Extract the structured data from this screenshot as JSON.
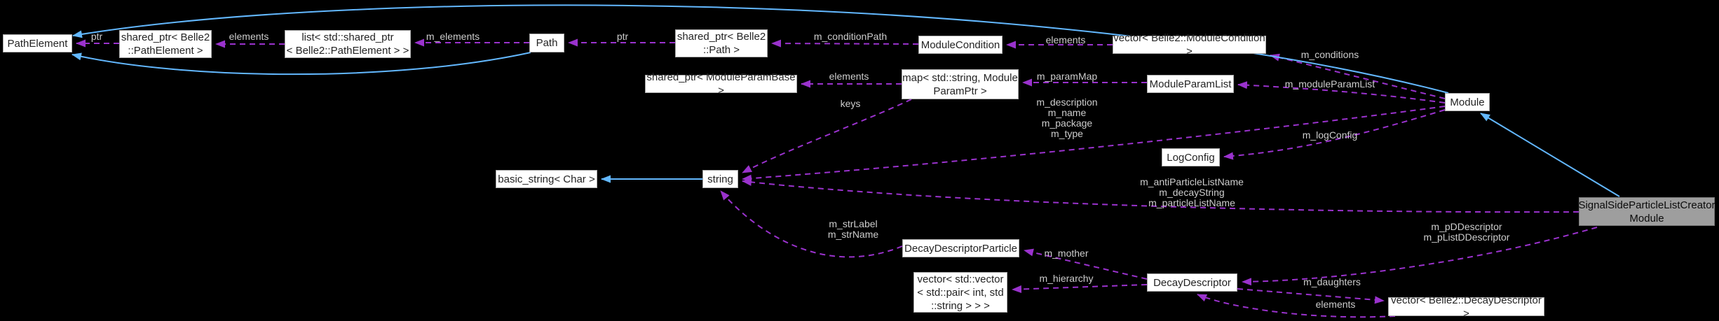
{
  "diagram_type": "collaboration-graph",
  "colors": {
    "background": "#000000",
    "reference_edge": "#9a32cd",
    "inheritance_edge": "#63b8ff",
    "node_fill": "#ffffff",
    "node_border": "#a9a9a9",
    "highlight_node_fill": "#9e9e9e",
    "edge_label_text": "#cdcdcd",
    "node_text": "#232323"
  },
  "nodes": [
    {
      "label": "PathElement"
    },
    {
      "label": "shared_ptr< Belle2\n::PathElement >"
    },
    {
      "label": "list< std::shared_ptr\n< Belle2::PathElement > >"
    },
    {
      "label": "Path"
    },
    {
      "label": "shared_ptr< Belle2\n::Path >"
    },
    {
      "label": "ModuleCondition"
    },
    {
      "label": "vector< Belle2::ModuleCondition >"
    },
    {
      "label": "shared_ptr< ModuleParamBase >"
    },
    {
      "label": "map< std::string, Module\nParamPtr >"
    },
    {
      "label": "ModuleParamList"
    },
    {
      "label": "Module"
    },
    {
      "label": "LogConfig"
    },
    {
      "label": "basic_string< Char >"
    },
    {
      "label": "string"
    },
    {
      "label": "DecayDescriptorParticle"
    },
    {
      "label": "vector< std::vector\n< std::pair< int, std\n::string > > >"
    },
    {
      "label": "DecayDescriptor"
    },
    {
      "label": "vector< Belle2::DecayDescriptor >"
    },
    {
      "label": "SignalSideParticleListCreator\nModule"
    }
  ],
  "edge_labels": [
    {
      "text": "ptr"
    },
    {
      "text": "elements"
    },
    {
      "text": "m_elements"
    },
    {
      "text": "ptr"
    },
    {
      "text": "m_conditionPath"
    },
    {
      "text": "elements"
    },
    {
      "text": "m_conditions"
    },
    {
      "text": "elements"
    },
    {
      "text": "m_paramMap"
    },
    {
      "text": "m_moduleParamList"
    },
    {
      "text": "keys"
    },
    {
      "text": "m_description\nm_name\nm_package\nm_type"
    },
    {
      "text": "m_logConfig"
    },
    {
      "text": "m_antiParticleListName\nm_decayString\nm_particleListName"
    },
    {
      "text": "m_strLabel\nm_strName"
    },
    {
      "text": "m_mother"
    },
    {
      "text": "m_hierarchy"
    },
    {
      "text": "m_pDDescriptor\nm_pListDDescriptor"
    },
    {
      "text": "m_daughters"
    },
    {
      "text": "elements"
    }
  ]
}
